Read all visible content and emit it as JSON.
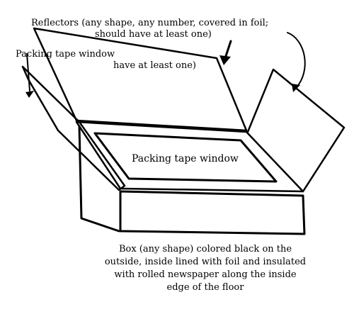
{
  "labels": {
    "reflectors_line1": "Reflectors (any shape, any number, covered in foil;",
    "reflectors_line2": "should have at least one)",
    "overlap_window": "Packing tape window",
    "overlap_at_least": "have at least one)",
    "window": "Packing tape window",
    "box": "Box (any shape) colored black on the outside, inside lined with foil and insulated with rolled newspaper along the inside edge of the floor"
  },
  "colors": {
    "ink": "#000000",
    "background": "#ffffff"
  }
}
